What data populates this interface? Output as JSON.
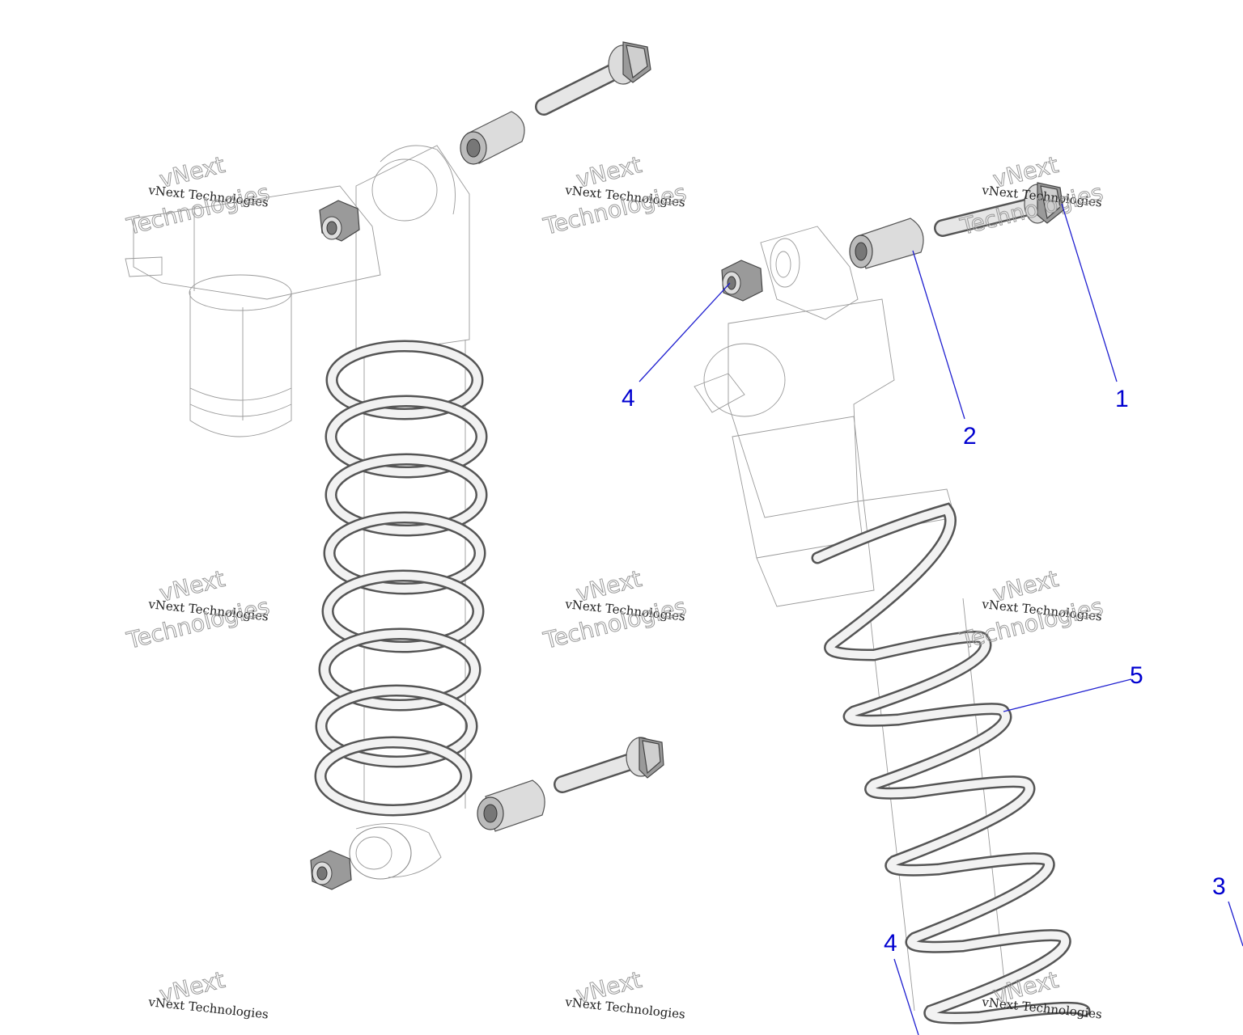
{
  "watermark": {
    "text_small": "vNext Technologies",
    "text_big_1": "vNext",
    "text_big_2": "Technologies"
  },
  "callouts": [
    {
      "id": "1",
      "label": "1"
    },
    {
      "id": "2",
      "label": "2"
    },
    {
      "id": "3",
      "label": "3"
    },
    {
      "id": "4a",
      "label": "4"
    },
    {
      "id": "4b",
      "label": "4"
    },
    {
      "id": "5",
      "label": "5"
    }
  ],
  "colors": {
    "callout": "#0000d0",
    "leader": "#2020d0",
    "line_art": "#8a8a8a"
  }
}
